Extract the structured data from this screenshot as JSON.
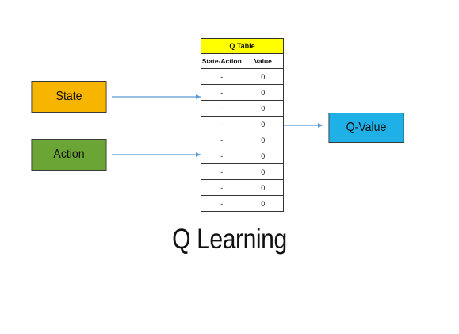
{
  "inputs": {
    "state": {
      "label": "State",
      "color": "#f7b500"
    },
    "action": {
      "label": "Action",
      "color": "#6aa535"
    }
  },
  "output": {
    "label": "Q-Value",
    "color": "#1fb0e8"
  },
  "q_table": {
    "title": "Q Table",
    "title_color": "#ffff00",
    "columns": [
      "State-Action",
      "Value"
    ],
    "rows": [
      [
        "-",
        "0"
      ],
      [
        "-",
        "0"
      ],
      [
        "-",
        "0"
      ],
      [
        "-",
        "0"
      ],
      [
        "-",
        "0"
      ],
      [
        "-",
        "0"
      ],
      [
        "-",
        "0"
      ],
      [
        "-",
        "0"
      ],
      [
        "-",
        "0"
      ]
    ]
  },
  "caption": "Q Learning",
  "connector_color": "#5b9bd5"
}
